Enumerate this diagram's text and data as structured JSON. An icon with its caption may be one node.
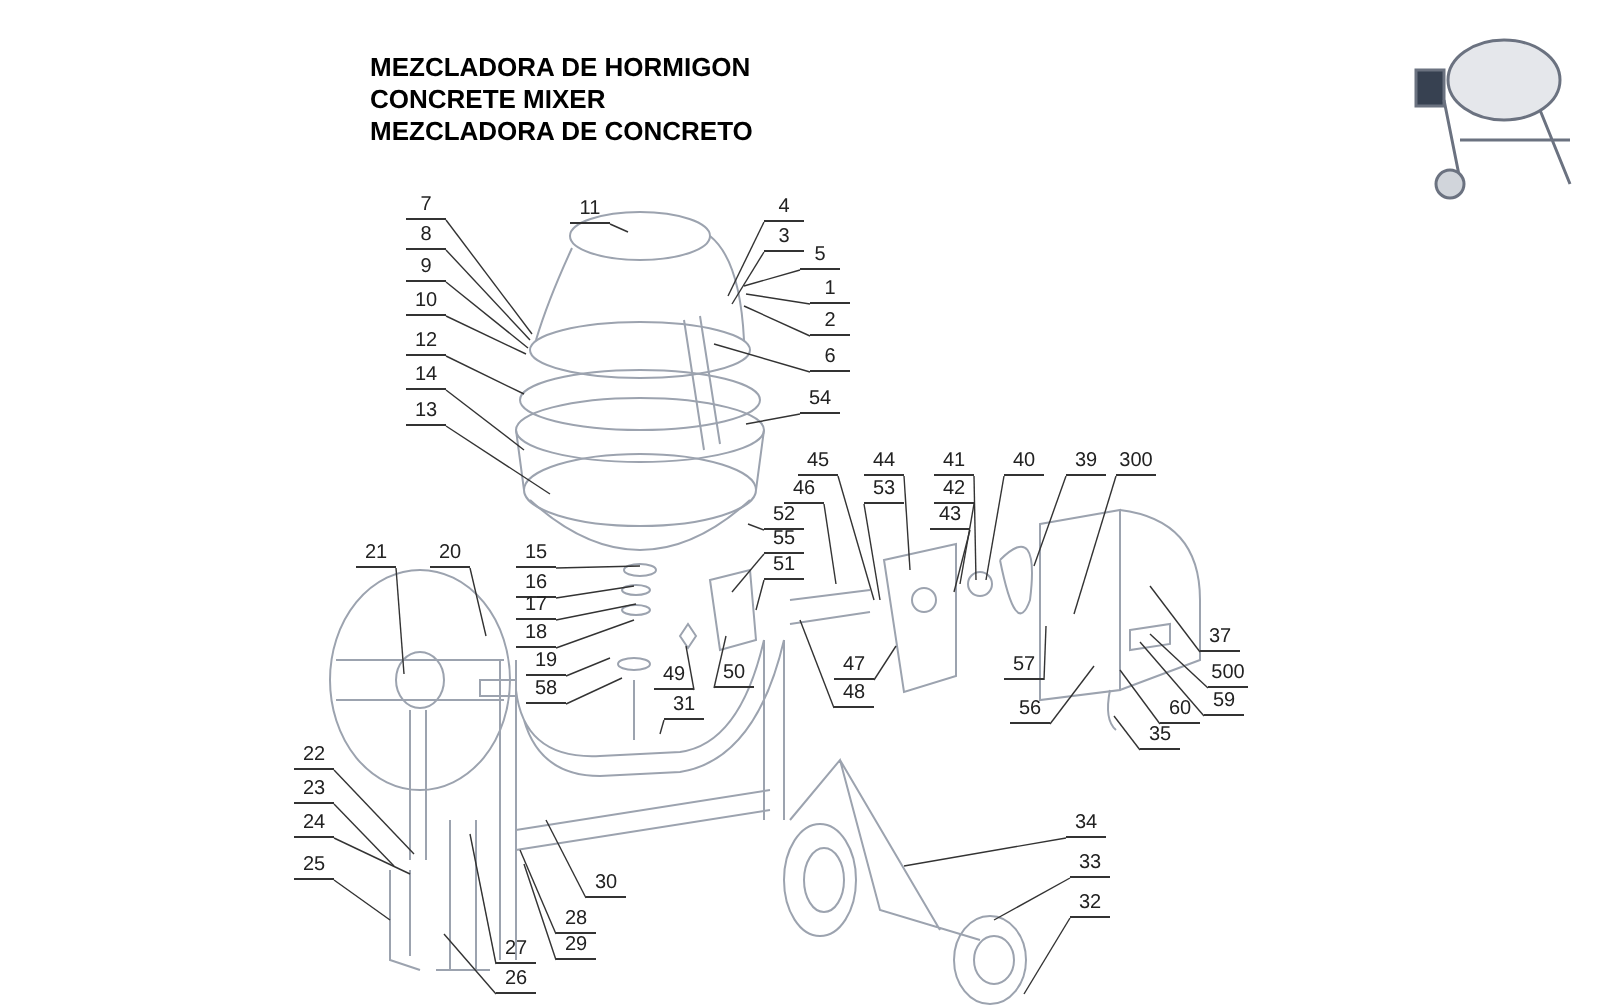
{
  "diagram": {
    "title": "MEZCLADORA DE HORMIGON",
    "nodes": [
      {
        "text": [
          "7"
        ]
      },
      {
        "text": [
          "11"
        ]
      },
      {
        "text": [
          "4"
        ]
      },
      {
        "text": [
          "8"
        ]
      },
      {
        "text": [
          "3"
        ]
      },
      {
        "text": [
          "5"
        ]
      },
      {
        "text": [
          "9"
        ]
      },
      {
        "text": [
          "1"
        ]
      },
      {
        "text": [
          "2"
        ]
      },
      {
        "text": [
          "10"
        ]
      },
      {
        "text": [
          "6"
        ]
      },
      {
        "text": [
          "12"
        ]
      },
      {
        "text": [
          "14"
        ]
      },
      {
        "text": [
          "54"
        ]
      },
      {
        "text": [
          "13"
        ]
      },
      {
        "text": [
          "45"
        ]
      },
      {
        "text": [
          "44"
        ]
      },
      {
        "text": [
          "41"
        ]
      },
      {
        "text": [
          "40"
        ]
      },
      {
        "text": [
          "39"
        ]
      },
      {
        "text": [
          "300"
        ]
      },
      {
        "text": [
          "53"
        ]
      },
      {
        "text": [
          "42"
        ]
      },
      {
        "text": [
          "46"
        ]
      },
      {
        "text": [
          "43"
        ]
      },
      {
        "text": [
          "52"
        ]
      },
      {
        "text": [
          "55"
        ]
      },
      {
        "text": [
          "51"
        ]
      },
      {
        "text": [
          "21"
        ]
      },
      {
        "text": [
          "20"
        ]
      },
      {
        "text": [
          "15"
        ]
      },
      {
        "text": [
          "16"
        ]
      },
      {
        "text": [
          "17"
        ]
      },
      {
        "text": [
          "18"
        ]
      },
      {
        "text": [
          "37"
        ]
      },
      {
        "text": [
          "19"
        ]
      },
      {
        "text": [
          "58"
        ]
      },
      {
        "text": [
          "49"
        ]
      },
      {
        "text": [
          "50"
        ]
      },
      {
        "text": [
          "47"
        ]
      },
      {
        "text": [
          "57"
        ]
      },
      {
        "text": [
          "500"
        ]
      },
      {
        "text": [
          "48"
        ]
      },
      {
        "text": [
          "56"
        ]
      },
      {
        "text": [
          "59"
        ]
      },
      {
        "text": [
          "60"
        ]
      },
      {
        "text": [
          "31"
        ]
      },
      {
        "text": [
          "35"
        ]
      },
      {
        "text": [
          "22"
        ]
      },
      {
        "text": [
          "23"
        ]
      },
      {
        "text": [
          "24"
        ]
      },
      {
        "text": [
          "25"
        ]
      },
      {
        "text": [
          "30"
        ]
      },
      {
        "text": [
          "34"
        ]
      },
      {
        "text": [
          "28"
        ]
      },
      {
        "text": [
          "33"
        ]
      },
      {
        "text": [
          "29"
        ]
      },
      {
        "text": [
          "27"
        ]
      },
      {
        "text": [
          "32"
        ]
      },
      {
        "text": [
          "26"
        ]
      }
    ],
    "edges": [
      {
        "from": 0,
        "to": null,
        "arrow": "none"
      },
      {
        "from": 1,
        "to": null,
        "arrow": "none"
      },
      {
        "from": 2,
        "to": null,
        "arrow": "none"
      },
      {
        "from": 3,
        "to": null,
        "arrow": "none"
      },
      {
        "from": 4,
        "to": null,
        "arrow": "none"
      },
      {
        "from": 5,
        "to": null,
        "arrow": "none"
      },
      {
        "from": 6,
        "to": null,
        "arrow": "none"
      },
      {
        "from": 7,
        "to": null,
        "arrow": "none"
      },
      {
        "from": 8,
        "to": null,
        "arrow": "none"
      },
      {
        "from": 9,
        "to": null,
        "arrow": "none"
      },
      {
        "from": 10,
        "to": null,
        "arrow": "none"
      },
      {
        "from": 11,
        "to": null,
        "arrow": "none"
      },
      {
        "from": 12,
        "to": null,
        "arrow": "none"
      },
      {
        "from": 13,
        "to": null,
        "arrow": "none"
      },
      {
        "from": 14,
        "to": null,
        "arrow": "none"
      },
      {
        "from": 15,
        "to": null,
        "arrow": "none"
      },
      {
        "from": 16,
        "to": null,
        "arrow": "none"
      },
      {
        "from": 17,
        "to": null,
        "arrow": "none"
      },
      {
        "from": 18,
        "to": null,
        "arrow": "none"
      },
      {
        "from": 19,
        "to": null,
        "arrow": "none"
      },
      {
        "from": 20,
        "to": null,
        "arrow": "none"
      },
      {
        "from": 21,
        "to": null,
        "arrow": "none"
      },
      {
        "from": 22,
        "to": null,
        "arrow": "none"
      },
      {
        "from": 23,
        "to": null,
        "arrow": "none"
      },
      {
        "from": 24,
        "to": null,
        "arrow": "none"
      },
      {
        "from": 25,
        "to": null,
        "arrow": "none"
      },
      {
        "from": 26,
        "to": null,
        "arrow": "none"
      },
      {
        "from": 27,
        "to": null,
        "arrow": "none"
      },
      {
        "from": 28,
        "to": null,
        "arrow": "none"
      },
      {
        "from": 29,
        "to": null,
        "arrow": "none"
      },
      {
        "from": 30,
        "to": null,
        "arrow": "none"
      },
      {
        "from": 31,
        "to": null,
        "arrow": "none"
      },
      {
        "from": 32,
        "to": null,
        "arrow": "none"
      },
      {
        "from": 33,
        "to": null,
        "arrow": "none"
      },
      {
        "from": 34,
        "to": null,
        "arrow": "none"
      },
      {
        "from": 35,
        "to": null,
        "arrow": "none"
      },
      {
        "from": 36,
        "to": null,
        "arrow": "none"
      },
      {
        "from": 37,
        "to": null,
        "arrow": "none"
      },
      {
        "from": 38,
        "to": null,
        "arrow": "none"
      },
      {
        "from": 39,
        "to": null,
        "arrow": "none"
      },
      {
        "from": 40,
        "to": null,
        "arrow": "none"
      },
      {
        "from": 41,
        "to": null,
        "arrow": "none"
      },
      {
        "from": 42,
        "to": null,
        "arrow": "none"
      },
      {
        "from": 43,
        "to": null,
        "arrow": "none"
      },
      {
        "from": 44,
        "to": null,
        "arrow": "none"
      },
      {
        "from": 45,
        "to": null,
        "arrow": "none"
      },
      {
        "from": 46,
        "to": null,
        "arrow": "none"
      },
      {
        "from": 47,
        "to": null,
        "arrow": "none"
      },
      {
        "from": 48,
        "to": null,
        "arrow": "none"
      },
      {
        "from": 49,
        "to": null,
        "arrow": "none"
      },
      {
        "from": 50,
        "to": null,
        "arrow": "none"
      },
      {
        "from": 51,
        "to": null,
        "arrow": "none"
      },
      {
        "from": 52,
        "to": null,
        "arrow": "none"
      },
      {
        "from": 53,
        "to": null,
        "arrow": "none"
      },
      {
        "from": 54,
        "to": null,
        "arrow": "none"
      },
      {
        "from": 55,
        "to": null,
        "arrow": "none"
      },
      {
        "from": 56,
        "to": null,
        "arrow": "none"
      },
      {
        "from": 57,
        "to": null,
        "arrow": "none"
      },
      {
        "from": 58,
        "to": null,
        "arrow": "none"
      },
      {
        "from": 59,
        "to": null,
        "arrow": "none"
      }
    ],
    "labels": [
      "CONCRETE MIXER",
      "MEZCLADORA DE CONCRETO"
    ]
  }
}
